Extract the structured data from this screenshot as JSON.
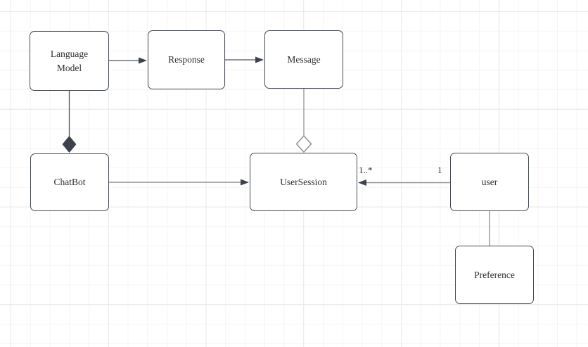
{
  "canvas": {
    "background": "#ffffff",
    "grid_minor_color": "#f4f4f5",
    "grid_major_color": "#e8e8ea"
  },
  "palette": {
    "node_fill": "#ffffff",
    "node_border": "#454a53",
    "node_text": "#2e2e2e",
    "edge_dark": "#50555d",
    "edge_light": "#8f8f95",
    "marker_fill": "#3c424b",
    "aggregation_diamond_stroke": "#8c8c92",
    "aggregation_diamond_fill": "#ffffff"
  },
  "nodes": [
    {
      "id": "language-model",
      "label": "Language Model"
    },
    {
      "id": "response",
      "label": "Response"
    },
    {
      "id": "message",
      "label": "Message"
    },
    {
      "id": "chatbot",
      "label": "ChatBot"
    },
    {
      "id": "user-session",
      "label": "UserSession"
    },
    {
      "id": "user",
      "label": "user"
    },
    {
      "id": "preference",
      "label": "Preference"
    }
  ],
  "edges": [
    {
      "id": "language-model-to-response",
      "type": "directed-arrow"
    },
    {
      "id": "response-to-message",
      "type": "directed-arrow"
    },
    {
      "id": "language-model-to-chatbot",
      "type": "composition"
    },
    {
      "id": "message-to-user-session",
      "type": "aggregation"
    },
    {
      "id": "chatbot-to-user-session",
      "type": "directed-arrow"
    },
    {
      "id": "user-to-user-session",
      "type": "directed-arrow",
      "source_label": "1",
      "target_label": "1..*"
    },
    {
      "id": "user-to-preference",
      "type": "plain-line"
    }
  ]
}
